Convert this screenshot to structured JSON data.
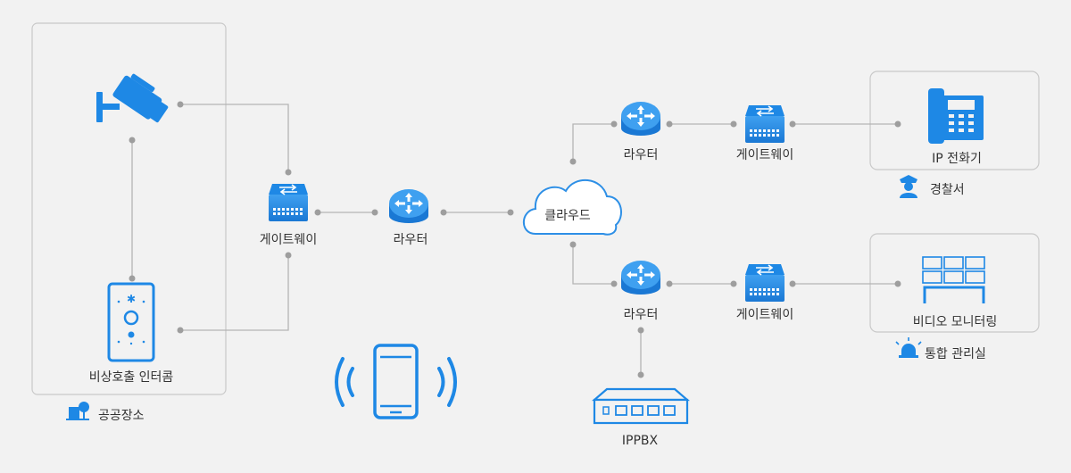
{
  "labels": {
    "intercom": "비상호출 인터콤",
    "public_place": "공공장소",
    "gateway_left": "게이트웨이",
    "router_center": "라우터",
    "cloud": "클라우드",
    "router_top": "라우터",
    "gateway_top": "게이트웨이",
    "ip_phone": "IP 전화기",
    "police": "경찰서",
    "router_bottom": "라우터",
    "gateway_bottom": "게이트웨이",
    "video_monitoring": "비디오 모니터링",
    "control_room": "통합 관리실",
    "ippbx": "IPPBX"
  },
  "colors": {
    "accent": "#1e88e5",
    "line": "#b5b5b5",
    "box_border": "#c9c9c9",
    "background": "#f2f2f2"
  },
  "icons": [
    "cctv-camera-icon",
    "intercom-icon",
    "gateway-icon",
    "router-icon",
    "cloud-icon",
    "ip-phone-icon",
    "police-icon",
    "video-wall-icon",
    "siren-icon",
    "ippbx-switch-icon",
    "smartphone-wireless-icon",
    "public-place-icon"
  ]
}
